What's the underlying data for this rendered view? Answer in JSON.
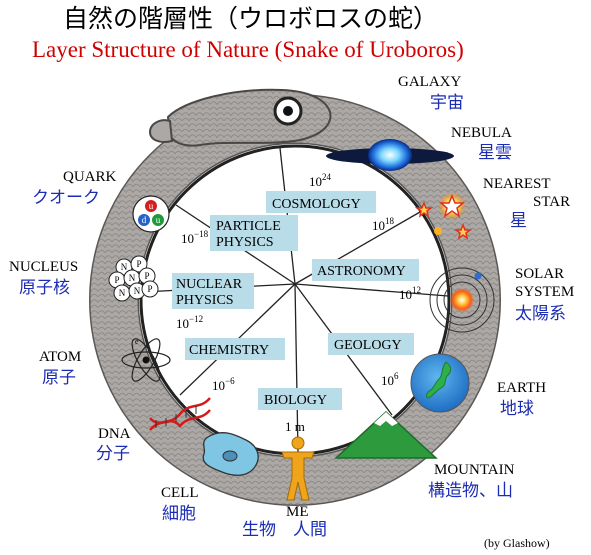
{
  "title_jp": "自然の階層性（ウロボロスの蛇）",
  "title_en": "Layer Structure of Nature (Snake of Uroboros)",
  "credit": "(by Glashow)",
  "center_label": "1 m",
  "scale_labels": {
    "e24": "10",
    "e24_exp": "24",
    "e18": "10",
    "e18_exp": "18",
    "e12": "10",
    "e12_exp": "12",
    "e6": "10",
    "e6_exp": "6",
    "em6": "10",
    "em6_exp": "−6",
    "em12": "10",
    "em12_exp": "−12",
    "em18": "10",
    "em18_exp": "−18"
  },
  "fields": {
    "cosmology": "COSMOLOGY",
    "particle_1": "PARTICLE",
    "particle_2": "PHYSICS",
    "astronomy": "ASTRONOMY",
    "nuclear_1": "NUCLEAR",
    "nuclear_2": "PHYSICS",
    "geology": "GEOLOGY",
    "chemistry": "CHEMISTRY",
    "biology": "BIOLOGY"
  },
  "objects": {
    "galaxy": {
      "en": "GALAXY",
      "jp": "宇宙"
    },
    "nebula": {
      "en": "NEBULA",
      "jp": "星雲"
    },
    "star": {
      "en1": "NEAREST",
      "en2": "STAR",
      "jp": "星"
    },
    "solar": {
      "en1": "SOLAR",
      "en2": "SYSTEM",
      "jp": "太陽系"
    },
    "earth": {
      "en": "EARTH",
      "jp": "地球"
    },
    "mountain": {
      "en": "MOUNTAIN",
      "jp": "構造物、山"
    },
    "me": {
      "en": "ME",
      "jp": "生物　人間"
    },
    "cell": {
      "en": "CELL",
      "jp": "細胞"
    },
    "dna": {
      "en": "DNA",
      "jp": "分子"
    },
    "atom": {
      "en": "ATOM",
      "jp": "原子"
    },
    "nucleus": {
      "en": "NUCLEUS",
      "jp": "原子核"
    },
    "quark": {
      "en": "QUARK",
      "jp": "クオーク"
    }
  },
  "quark_letters": {
    "u1": "u",
    "u2": "u",
    "d": "d"
  },
  "nucleon_letters": {
    "n": "N",
    "p": "P"
  },
  "electron_letter": "e",
  "colors": {
    "title_en": "#d00000",
    "japanese": "#1c2db5",
    "snake": "#a9a6a3",
    "field_box": "#b9dce9"
  }
}
